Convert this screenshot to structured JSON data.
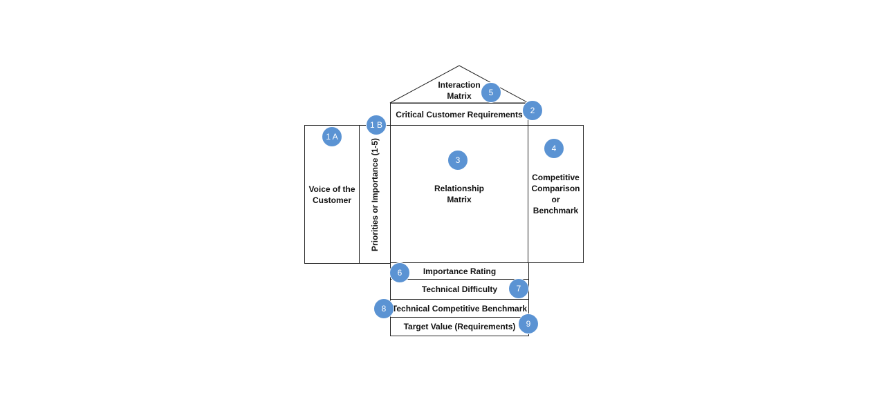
{
  "diagram": {
    "roof": {
      "label_line1": "Interaction",
      "label_line2": "Matrix"
    },
    "critical_customer_requirements": "Critical Customer Requirements",
    "voice_of_customer": {
      "line1": "Voice of the",
      "line2": "Customer"
    },
    "priorities": "Priorities or Importance (1-5)",
    "relationship_matrix": {
      "line1": "Relationship",
      "line2": "Matrix"
    },
    "competitive": {
      "line1": "Competitive",
      "line2": "Comparison",
      "line3": "or",
      "line4": "Benchmark"
    },
    "importance_rating": "Importance Rating",
    "technical_difficulty": "Technical Difficulty",
    "technical_competitive_benchmark": "Technical Competitive Benchmark",
    "target_value": "Target Value (Requirements)",
    "badges": {
      "b1a": "1 A",
      "b1b": "1 B",
      "b2": "2",
      "b3": "3",
      "b4": "4",
      "b5": "5",
      "b6": "6",
      "b7": "7",
      "b8": "8",
      "b9": "9"
    },
    "colors": {
      "badge": "#5b93d3",
      "line": "#222222"
    }
  }
}
